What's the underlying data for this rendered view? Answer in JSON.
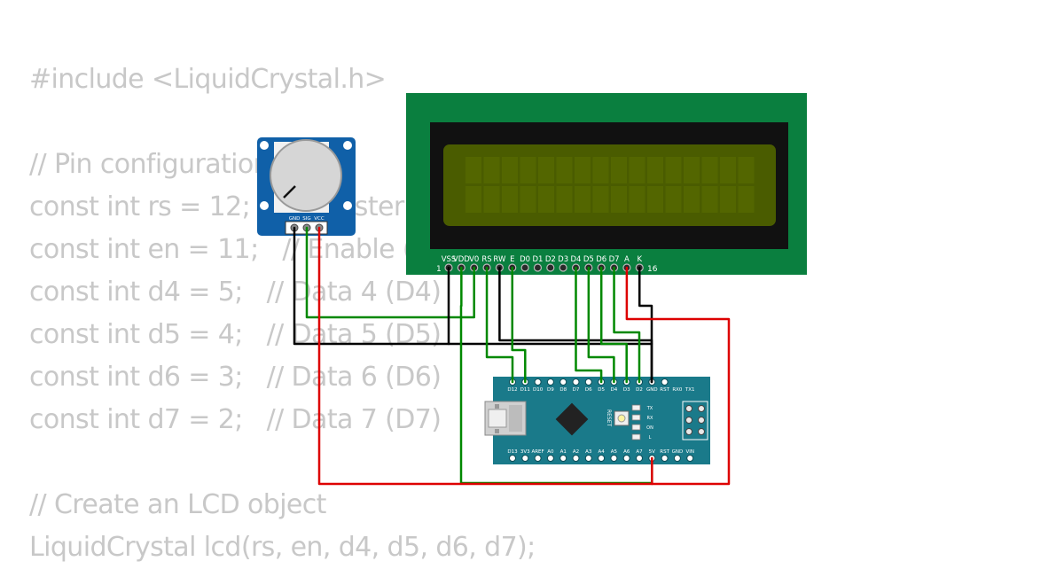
{
  "code_lines": [
    "#include <LiquidCrystal.h>",
    "",
    "// Pin configuration",
    "const int rs = 12;   // Register",
    "const int en = 11;   // Enable (",
    "const int d4 = 5;   // Data 4 (D4)",
    "const int d5 = 4;   // Data 5 (D5)",
    "const int d6 = 3;   // Data 6 (D6)",
    "const int d7 = 2;   // Data 7 (D7)",
    "",
    "// Create an LCD object",
    "LiquidCrystal lcd(rs, en, d4, d5, d6, d7);"
  ],
  "lcd": {
    "pin_labels": [
      "VSS",
      "VDD",
      "V0",
      "RS",
      "RW",
      "E",
      "D0",
      "D1",
      "D2",
      "D3",
      "D4",
      "D5",
      "D6",
      "D7",
      "A",
      "K"
    ],
    "first_pin_number": "1",
    "last_pin_number": "16",
    "colors": {
      "board": "#0a7f3f",
      "bezel": "#111111",
      "screen": "#4a5c00"
    }
  },
  "potentiometer": {
    "pin_labels": [
      "GND",
      "SIG",
      "VCC"
    ],
    "colors": {
      "board": "#1060a8",
      "knob": "#d6d6d6"
    }
  },
  "arduino_nano": {
    "top_pins": [
      "D12",
      "D11",
      "D10",
      "D9",
      "D8",
      "D7",
      "D6",
      "D5",
      "D4",
      "D3",
      "D2",
      "GND",
      "RST",
      "RX0",
      "TX1"
    ],
    "bottom_pins": [
      "D13",
      "3V3",
      "AREF",
      "A0",
      "A1",
      "A2",
      "A3",
      "A4",
      "A5",
      "A6",
      "A7",
      "5V",
      "RST",
      "GND",
      "VIN"
    ],
    "reset_label": "RESET",
    "led_labels": [
      "TX",
      "RX",
      "ON",
      "L"
    ],
    "colors": {
      "board": "#1a7a8a"
    }
  },
  "wire_colors": {
    "green": "#008800",
    "black": "#000000",
    "red": "#dd0000"
  }
}
